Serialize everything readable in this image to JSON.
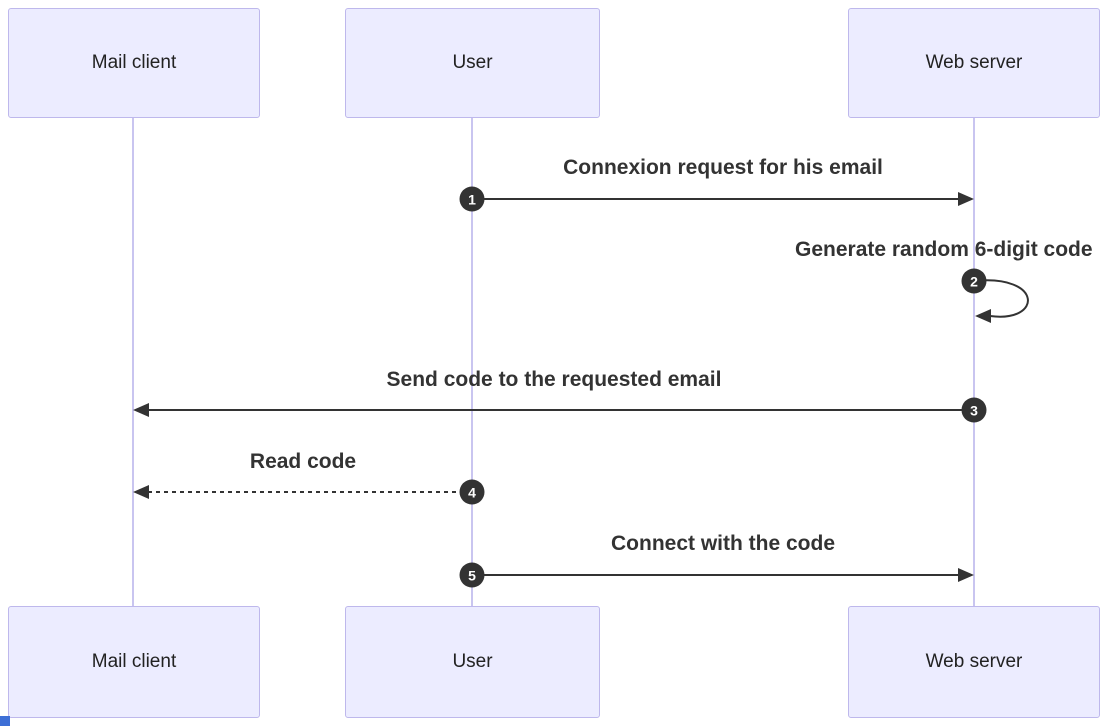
{
  "diagram": {
    "type": "sequence-diagram",
    "actors": [
      {
        "name": "Mail client"
      },
      {
        "name": "User"
      },
      {
        "name": "Web server"
      }
    ],
    "messages": [
      {
        "seq": "1",
        "label": "Connexion request for his email",
        "from": "User",
        "to": "Web server",
        "line": "solid"
      },
      {
        "seq": "2",
        "label": "Generate random 6-digit code",
        "from": "Web server",
        "to": "Web server",
        "line": "self-loop"
      },
      {
        "seq": "3",
        "label": "Send code to the requested email",
        "from": "Web server",
        "to": "Mail client",
        "line": "solid"
      },
      {
        "seq": "4",
        "label": "Read code",
        "from": "User",
        "to": "Mail client",
        "line": "dashed"
      },
      {
        "seq": "5",
        "label": "Connect with the code",
        "from": "User",
        "to": "Web server",
        "line": "solid"
      }
    ],
    "colors": {
      "actor_fill": "#ECECFF",
      "actor_border": "#BEB8EC",
      "lifeline": "#C9C5F0",
      "arrow": "#333333",
      "badge_bg": "#333333",
      "badge_text": "#FFFFFF",
      "label_text": "#333333"
    }
  }
}
